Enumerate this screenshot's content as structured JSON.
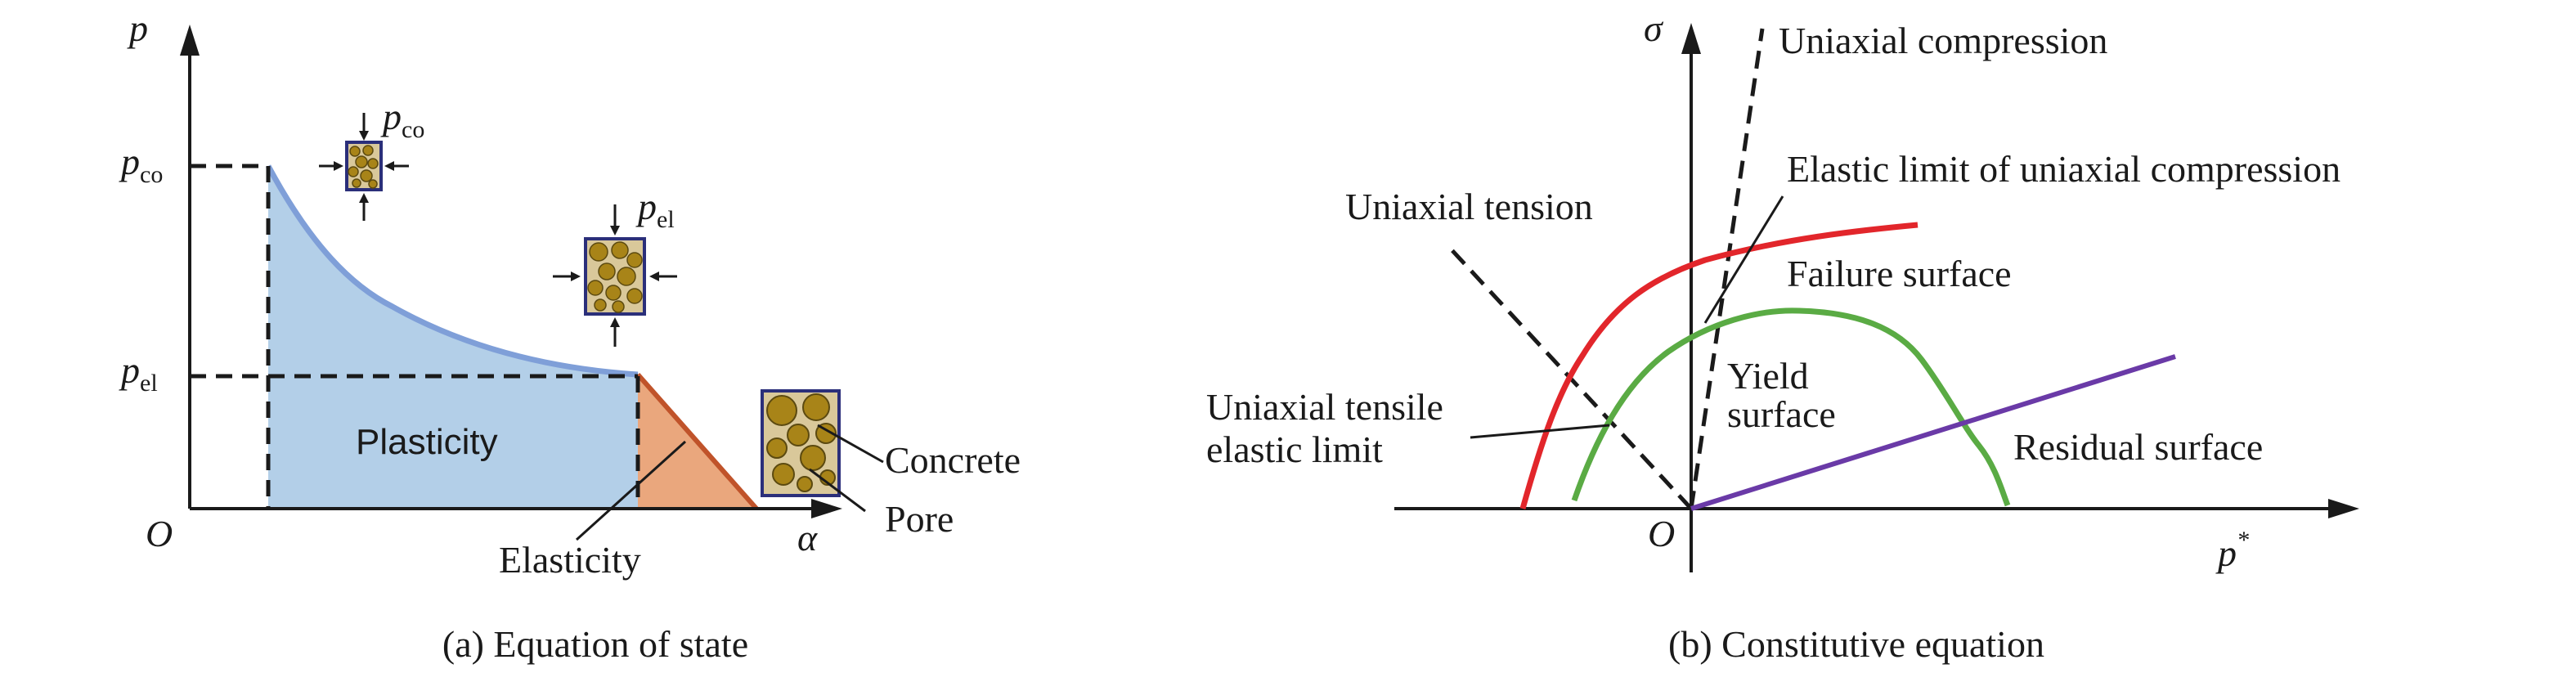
{
  "colors": {
    "plastic_fill": "#b3cfe8",
    "plastic_edge": "#7f9fd8",
    "elastic_fill": "#eaa77d",
    "elastic_edge": "#c0532a",
    "grain": "#a88418",
    "grain_edge": "#5c4a10",
    "box_edge": "#2b2f7a",
    "failure": "#e2262b",
    "yield": "#5aab44",
    "residual": "#6a3aa7",
    "axis": "#1a1a1a"
  },
  "panel_a": {
    "caption": "(a) Equation of state",
    "y_axis": "p",
    "x_axis": "α",
    "origin": "O",
    "p_co": {
      "main": "p",
      "sub": "co"
    },
    "p_el": {
      "main": "p",
      "sub": "el"
    },
    "plasticity": "Plasticity",
    "elasticity": "Elasticity",
    "concrete": "Concrete",
    "pore": "Pore"
  },
  "panel_b": {
    "caption": "(b) Constitutive equation",
    "y_axis": "σ",
    "x_axis": "p",
    "x_axis_sup": "*",
    "origin": "O",
    "uniaxial_compression": "Uniaxial compression",
    "elastic_limit_compression": "Elastic limit of uniaxial compression",
    "uniaxial_tension": "Uniaxial tension",
    "failure_surface": "Failure surface",
    "yield_surface_l1": "Yield",
    "yield_surface_l2": "surface",
    "tensile_limit_l1": "Uniaxial tensile",
    "tensile_limit_l2": "elastic limit",
    "residual_surface": "Residual surface"
  }
}
